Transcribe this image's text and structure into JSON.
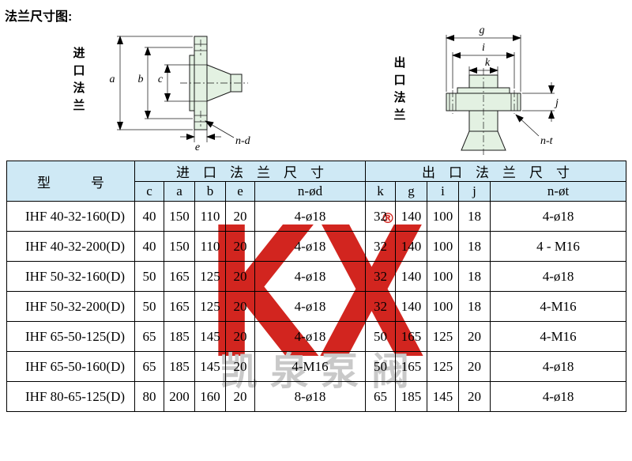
{
  "colors": {
    "header_bg": "#cfe9f5",
    "drawing_fill": "#e3f1e2",
    "logo_red": "#d2251f",
    "watermark_gray": "#c9c9c9"
  },
  "page": {
    "title": "法兰尺寸图:"
  },
  "diagrams": {
    "inlet": {
      "label": [
        "进",
        "口",
        "法",
        "兰"
      ],
      "dims": {
        "a": "a",
        "b": "b",
        "c": "c",
        "e": "e",
        "nd": "n-d"
      }
    },
    "outlet": {
      "label": [
        "出",
        "口",
        "法",
        "兰"
      ],
      "dims": {
        "g": "g",
        "i": "i",
        "k": "k",
        "j": "j",
        "nt": "n-t"
      }
    }
  },
  "watermark": {
    "logo": "KX",
    "registered": "®",
    "text": "凯泉泵阀"
  },
  "table": {
    "header": {
      "model": "型　　　号",
      "inlet_group": "进　口　法　兰　尺　寸",
      "outlet_group": "出　口　法　兰　尺　寸",
      "inlet_cols": [
        "c",
        "a",
        "b",
        "e",
        "n-ød"
      ],
      "outlet_cols": [
        "k",
        "g",
        "i",
        "j",
        "n-øt"
      ]
    },
    "rows": [
      {
        "model": "IHF 40-32-160(D)",
        "values": [
          "40",
          "150",
          "110",
          "20",
          "4-ø18",
          "32",
          "140",
          "100",
          "18",
          "4-ø18"
        ]
      },
      {
        "model": "IHF 40-32-200(D)",
        "values": [
          "40",
          "150",
          "110",
          "20",
          "4-ø18",
          "32",
          "140",
          "100",
          "18",
          "4 - M16"
        ]
      },
      {
        "model": "IHF 50-32-160(D)",
        "values": [
          "50",
          "165",
          "125",
          "20",
          "4-ø18",
          "32",
          "140",
          "100",
          "18",
          "4-ø18"
        ]
      },
      {
        "model": "IHF 50-32-200(D)",
        "values": [
          "50",
          "165",
          "125",
          "20",
          "4-ø18",
          "32",
          "140",
          "100",
          "18",
          "4-M16"
        ]
      },
      {
        "model": "IHF 65-50-125(D)",
        "values": [
          "65",
          "185",
          "145",
          "20",
          "4-ø18",
          "50",
          "165",
          "125",
          "20",
          "4-M16"
        ]
      },
      {
        "model": "IHF 65-50-160(D)",
        "values": [
          "65",
          "185",
          "145",
          "20",
          "4-M16",
          "50",
          "165",
          "125",
          "20",
          "4-ø18"
        ]
      },
      {
        "model": "IHF 80-65-125(D)",
        "values": [
          "80",
          "200",
          "160",
          "20",
          "8-ø18",
          "65",
          "185",
          "145",
          "20",
          "4-ø18"
        ]
      }
    ]
  }
}
